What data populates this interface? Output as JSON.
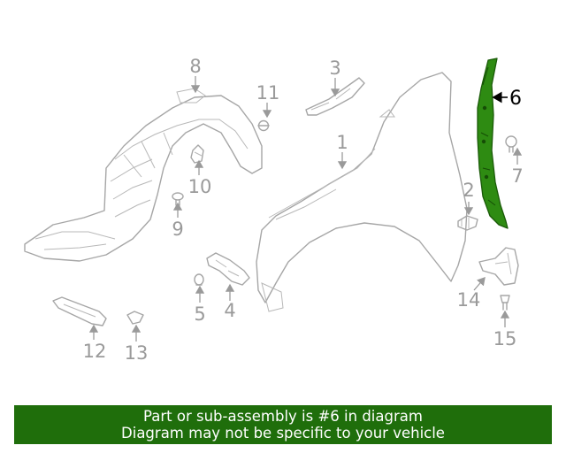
{
  "callouts": {
    "c1": "1",
    "c2": "2",
    "c3": "3",
    "c4": "4",
    "c5": "5",
    "c6": "6",
    "c7": "7",
    "c8": "8",
    "c9": "9",
    "c10": "10",
    "c11": "11",
    "c12": "12",
    "c13": "13",
    "c14": "14",
    "c15": "15"
  },
  "highlight": {
    "part": "6",
    "color": "#2e8b12"
  },
  "banner": {
    "line1": "Part or sub-assembly is #6 in diagram",
    "line2": "Diagram may not be specific to your vehicle",
    "background": "#1f6e0b"
  }
}
